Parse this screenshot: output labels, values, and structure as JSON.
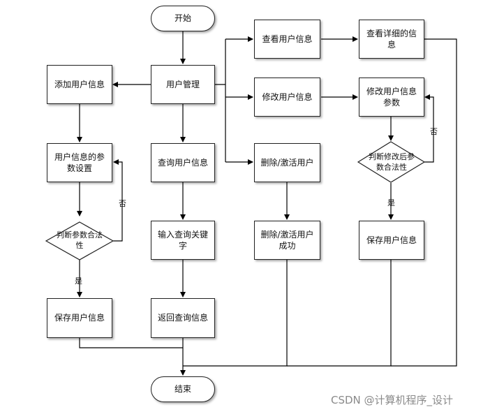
{
  "flowchart": {
    "start": "开始",
    "end": "结束",
    "user_management": "用户管理",
    "add_user_info": "添加用户信息",
    "user_info_params": "用户信息的参数设置",
    "check_params_validity": "判断参数合法性",
    "save_user_info_left": "保存用户信息",
    "query_user_info": "查询用户信息",
    "input_query_keyword": "输入查询关键字",
    "return_query_info": "返回查询信息",
    "view_user_info": "查看用户信息",
    "view_detail_info": "查看详细的信息",
    "modify_user_info": "修改用户信息",
    "modify_user_info_params": "修改用户信息参数",
    "check_modified_params": "判断修改后参数合法性",
    "save_user_info_right": "保存用户信息",
    "delete_activate_user": "删除/激活用户",
    "delete_activate_success": "删除/激活用户成功",
    "yes_label_left": "是",
    "no_label_left": "否",
    "yes_label_right": "是",
    "no_label_right": "否"
  },
  "watermark": "CSDN @计算机程序_设计"
}
